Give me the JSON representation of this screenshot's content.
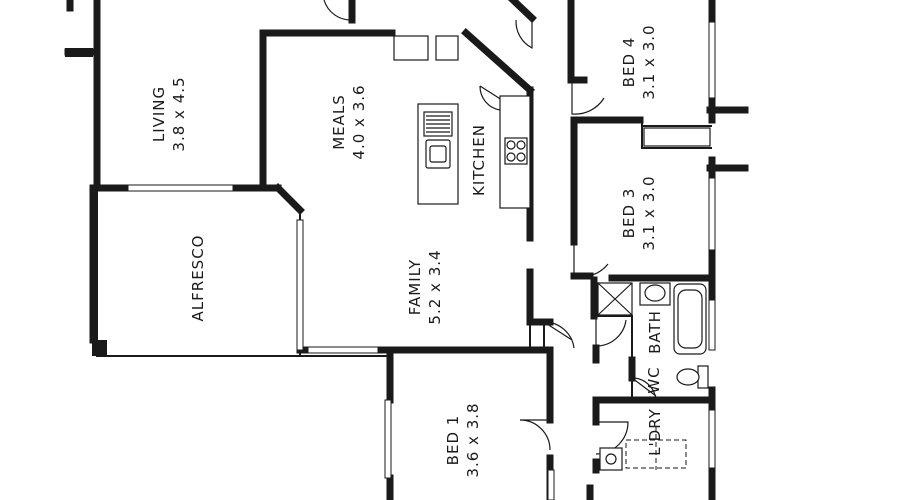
{
  "rooms": {
    "living": {
      "name": "LIVING",
      "dims": "3.8 x 4.5"
    },
    "meals": {
      "name": "MEALS",
      "dims": "4.0 x 3.6"
    },
    "kitchen": {
      "name": "KITCHEN"
    },
    "bed4": {
      "name": "BED 4",
      "dims": "3.1 x 3.0"
    },
    "bed3": {
      "name": "BED 3",
      "dims": "3.1 x 3.0"
    },
    "alfresco": {
      "name": "ALFRESCO"
    },
    "family": {
      "name": "FAMILY",
      "dims": "5.2 x 3.4"
    },
    "bath": {
      "name": "BATH"
    },
    "wc": {
      "name": "WC"
    },
    "bed1": {
      "name": "BED 1",
      "dims": "3.6 x 3.8"
    },
    "laundry": {
      "name": "L'DRY"
    }
  }
}
